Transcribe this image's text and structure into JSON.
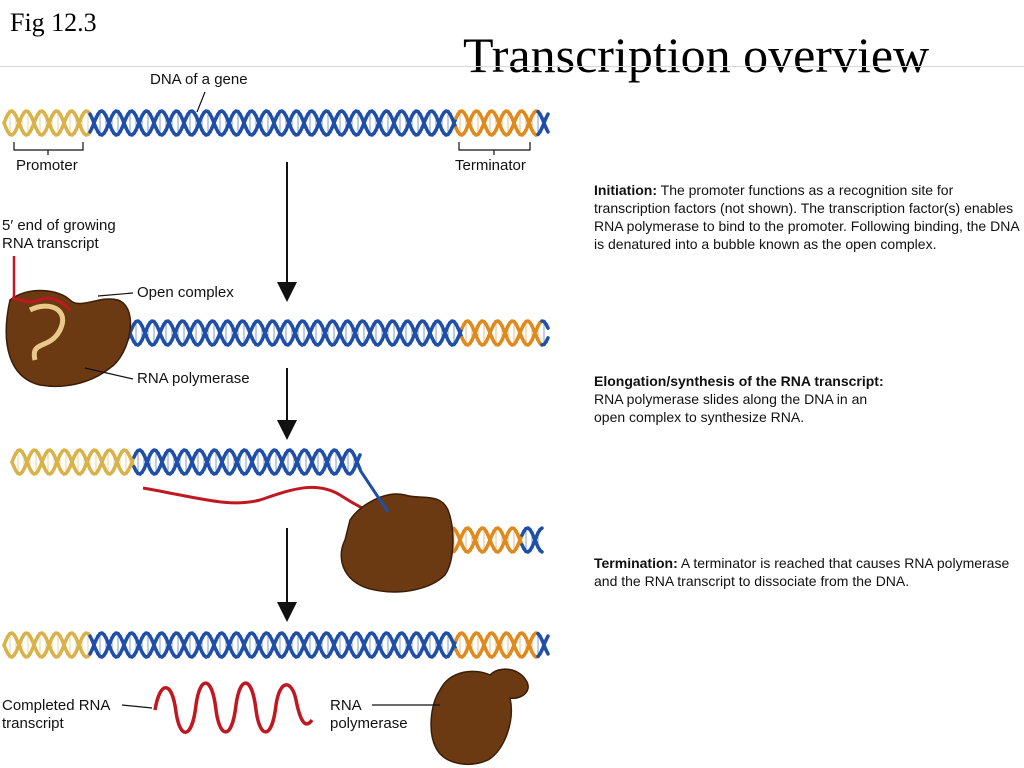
{
  "figure": {
    "label": "Fig 12.3",
    "title": "Transcription overview"
  },
  "labels": {
    "dna_gene": "DNA of a gene",
    "promoter": "Promoter",
    "terminator": "Terminator",
    "five_prime_line1": "5′ end of growing",
    "five_prime_line2": "RNA transcript",
    "open_complex": "Open complex",
    "rna_polymerase": "RNA polymerase",
    "completed_line1": "Completed RNA",
    "completed_line2": "transcript",
    "polymerase_line1": "RNA",
    "polymerase_line2": "polymerase"
  },
  "steps": [
    {
      "heading": "Initiation:",
      "text": " The promoter functions as a recognition site for transcription factors (not shown). The transcription factor(s) enables RNA polymerase to bind to the promoter. Following binding, the DNA is denatured into a bubble known as the open complex."
    },
    {
      "heading": "Elongation/synthesis of the RNA transcript:",
      "text": "RNA polymerase slides along the DNA in an open complex to synthesize RNA."
    },
    {
      "heading": "Termination:",
      "text": " A terminator is reached that causes RNA polymerase and the RNA transcript to dissociate from the DNA."
    }
  ],
  "colors": {
    "dna_blue": "#1f4fa8",
    "promoter_gold": "#d9b24a",
    "terminator_orange": "#e08a1e",
    "rna_red": "#c01820",
    "polymerase_brown": "#6b3a12"
  }
}
